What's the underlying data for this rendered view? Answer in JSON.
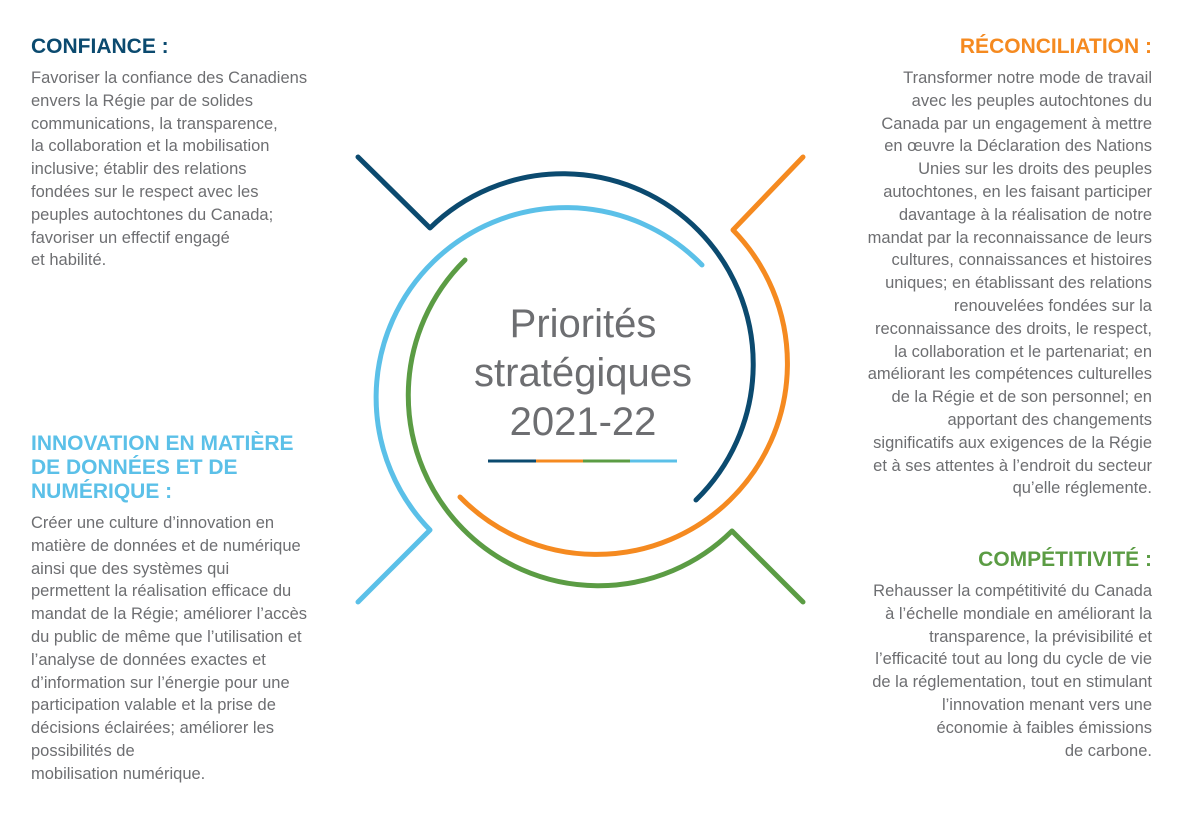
{
  "colors": {
    "navy": "#0b4a6f",
    "orange": "#f58a20",
    "green": "#5b9c44",
    "light_blue": "#5bc0e8",
    "text_gray": "#6d6e71"
  },
  "center": {
    "title_line1": "Priorités",
    "title_line2": "stratégiques",
    "title_line3": "2021-22",
    "underline_colors": [
      "#0b4a6f",
      "#f58a20",
      "#5b9c44",
      "#5bc0e8"
    ]
  },
  "sections": {
    "confiance": {
      "heading": "CONFIANCE :",
      "color": "#0b4a6f",
      "body": "Favoriser la confiance des Canadiens\nenvers la Régie par de solides\ncommunications, la transparence,\nla collaboration et la mobilisation\ninclusive; établir des relations\nfondées sur le respect avec les\npeuples autochtones du Canada;\nfavoriser un effectif engagé\net habilité."
    },
    "reconciliation": {
      "heading": "RÉCONCILIATION :",
      "color": "#f58a20",
      "body": "Transformer notre mode de travail\navec les peuples autochtones du\nCanada par un engagement à mettre\nen œuvre la Déclaration des Nations\nUnies sur les droits des peuples\nautochtones, en les faisant participer\ndavantage à la réalisation de notre\nmandat par la reconnaissance de leurs\ncultures, connaissances et histoires\nuniques; en établissant des relations\nrenouvelées fondées sur la\nreconnaissance des droits, le respect,\nla collaboration et le partenariat; en\naméliorant les compétences culturelles\nde la Régie et de son personnel; en\napportant des changements\nsignificatifs aux exigences de la Régie\net à ses attentes à l’endroit du secteur\nqu’elle réglemente."
    },
    "innovation": {
      "heading_line1": "INNOVATION EN MATIÈRE",
      "heading_line2": "DE DONNÉES ET DE",
      "heading_line3": "NUMÉRIQUE :",
      "color": "#5bc0e8",
      "body": "Créer une culture d’innovation en\nmatière de données et de numérique\nainsi que des systèmes qui\npermettent la réalisation efficace du\nmandat de la Régie; améliorer l’accès\ndu public de même que l’utilisation et\nl’analyse de données exactes et\nd’information sur l’énergie pour une\nparticipation valable et la prise de\ndécisions éclairées; améliorer les\npossibilités de\nmobilisation numérique."
    },
    "competitivite": {
      "heading": "COMPÉTITIVITÉ :",
      "color": "#5b9c44",
      "body": "Rehausser la compétitivité du Canada\nà l’échelle mondiale en améliorant la\ntransparence, la prévisibilité et\nl’efficacité tout au long du cycle de vie\nde la réglementation, tout en stimulant\nl’innovation menant vers une\néconomie à faibles émissions\nde carbone."
    }
  }
}
